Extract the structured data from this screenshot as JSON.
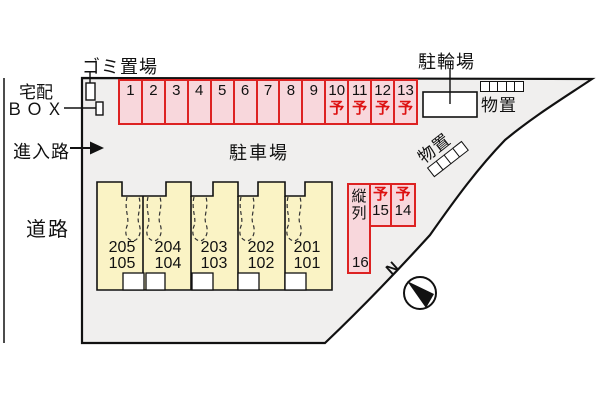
{
  "labels": {
    "garbage_area": "ゴミ置場",
    "delivery_box_line1": "宅配",
    "delivery_box_line2": "ＢＯＸ",
    "entry_road": "進入路",
    "road": "道路",
    "parking_lot": "駐車場",
    "bicycle_parking": "駐輪場",
    "storage_right": "物置",
    "storage_diagonal": "物置",
    "north_mark": "N"
  },
  "parking_row": {
    "spaces": [
      {
        "number": "1",
        "reserved": ""
      },
      {
        "number": "2",
        "reserved": ""
      },
      {
        "number": "3",
        "reserved": ""
      },
      {
        "number": "4",
        "reserved": ""
      },
      {
        "number": "5",
        "reserved": ""
      },
      {
        "number": "6",
        "reserved": ""
      },
      {
        "number": "7",
        "reserved": ""
      },
      {
        "number": "8",
        "reserved": ""
      },
      {
        "number": "9",
        "reserved": ""
      },
      {
        "number": "10",
        "reserved": "予"
      },
      {
        "number": "11",
        "reserved": "予"
      },
      {
        "number": "12",
        "reserved": "予"
      },
      {
        "number": "13",
        "reserved": "予"
      }
    ]
  },
  "tandem_block": {
    "label": "縦列",
    "space_16": "16",
    "space_15": {
      "reserved": "予",
      "number": "15"
    },
    "space_14": {
      "reserved": "予",
      "number": "14"
    }
  },
  "building": {
    "units": [
      {
        "upper": "205",
        "lower": "105"
      },
      {
        "upper": "204",
        "lower": "104"
      },
      {
        "upper": "203",
        "lower": "103"
      },
      {
        "upper": "202",
        "lower": "102"
      },
      {
        "upper": "201",
        "lower": "101"
      }
    ]
  },
  "colors": {
    "site_fill": "#f0efee",
    "parking_fill": "#f8d7dc",
    "parking_border": "#dd2222",
    "reserved_red": "#dd1111",
    "building_fill": "#faf3c5",
    "outline_black": "#111111"
  }
}
